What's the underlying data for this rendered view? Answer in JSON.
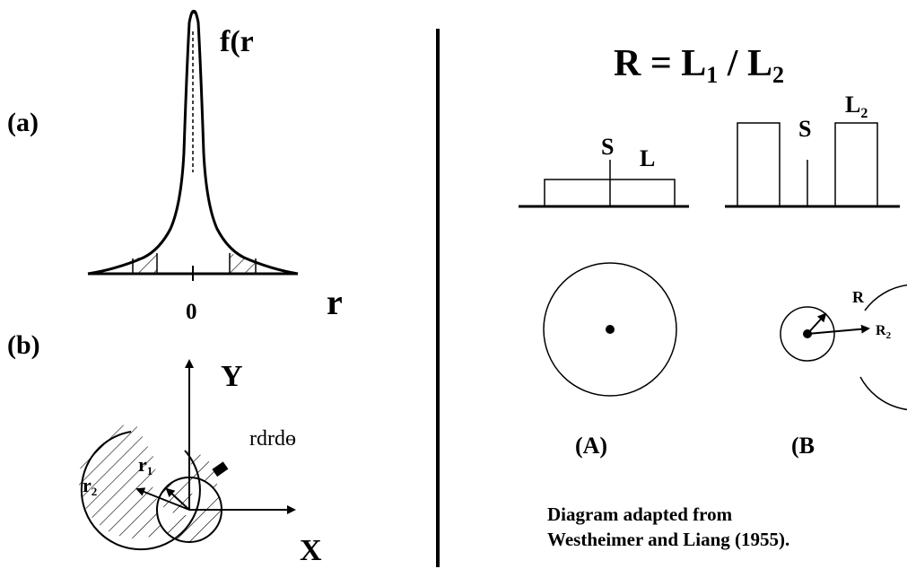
{
  "left": {
    "label_a": "(a)",
    "label_b": "(b)",
    "f_label": "f(r",
    "r_axis": "r",
    "zero": "0",
    "y_axis": "Y",
    "x_axis": "X",
    "r1": "r",
    "r1_sub": "1",
    "r2": "r",
    "r2_sub": "2",
    "element": "rdrdɵ"
  },
  "right": {
    "formula": {
      "R": "R = L",
      "sub1": "1",
      "mid": " / L",
      "sub2": "2"
    },
    "diagram_A": {
      "S": "S",
      "L": "L",
      "caption": "(A)"
    },
    "diagram_B": {
      "S": "S",
      "L": "L",
      "L_sub": "2",
      "R": "R",
      "R2": "R",
      "R2_sub": "2",
      "caption": "(B"
    },
    "credit_line1": "Diagram adapted from",
    "credit_line2": "Westheimer and Liang (1955)."
  }
}
